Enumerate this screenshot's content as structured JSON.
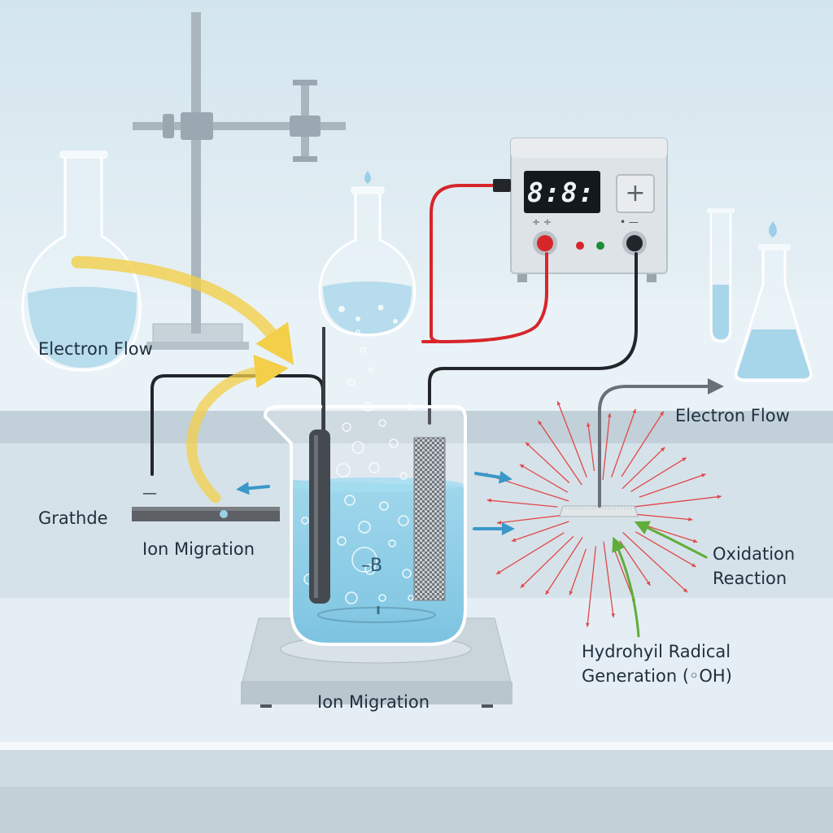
{
  "labels": {
    "electron_flow_left": "Electron Flow",
    "electron_flow_right": "Electron Flow",
    "grathde": "Grathde",
    "ion_migration_left": "Ion Migration",
    "ion_migration_bottom": "Ion Migration",
    "oxidation_line1": "Oxidation",
    "oxidation_line2": "Reaction",
    "hydroxyl_line1": "Hydrohyil Radical",
    "hydroxyl_line2": "Generation (◦OH)",
    "minus_sign": "—",
    "beaker_mark": "–B"
  },
  "power_supply": {
    "display": "8:8:",
    "plus_button": "+",
    "left_terminal_label": "÷ ÷",
    "right_terminal_label": "• —"
  },
  "colors": {
    "red_wire": "#d7262a",
    "black_wire": "#22262b",
    "arrow_yellow": "#f3cf4a",
    "arrow_blue": "#3a98c9",
    "arrow_green": "#5fae3a",
    "arrow_gray": "#6a7077",
    "burst_red": "#e0484a",
    "liquid": "#6cc3e3"
  }
}
